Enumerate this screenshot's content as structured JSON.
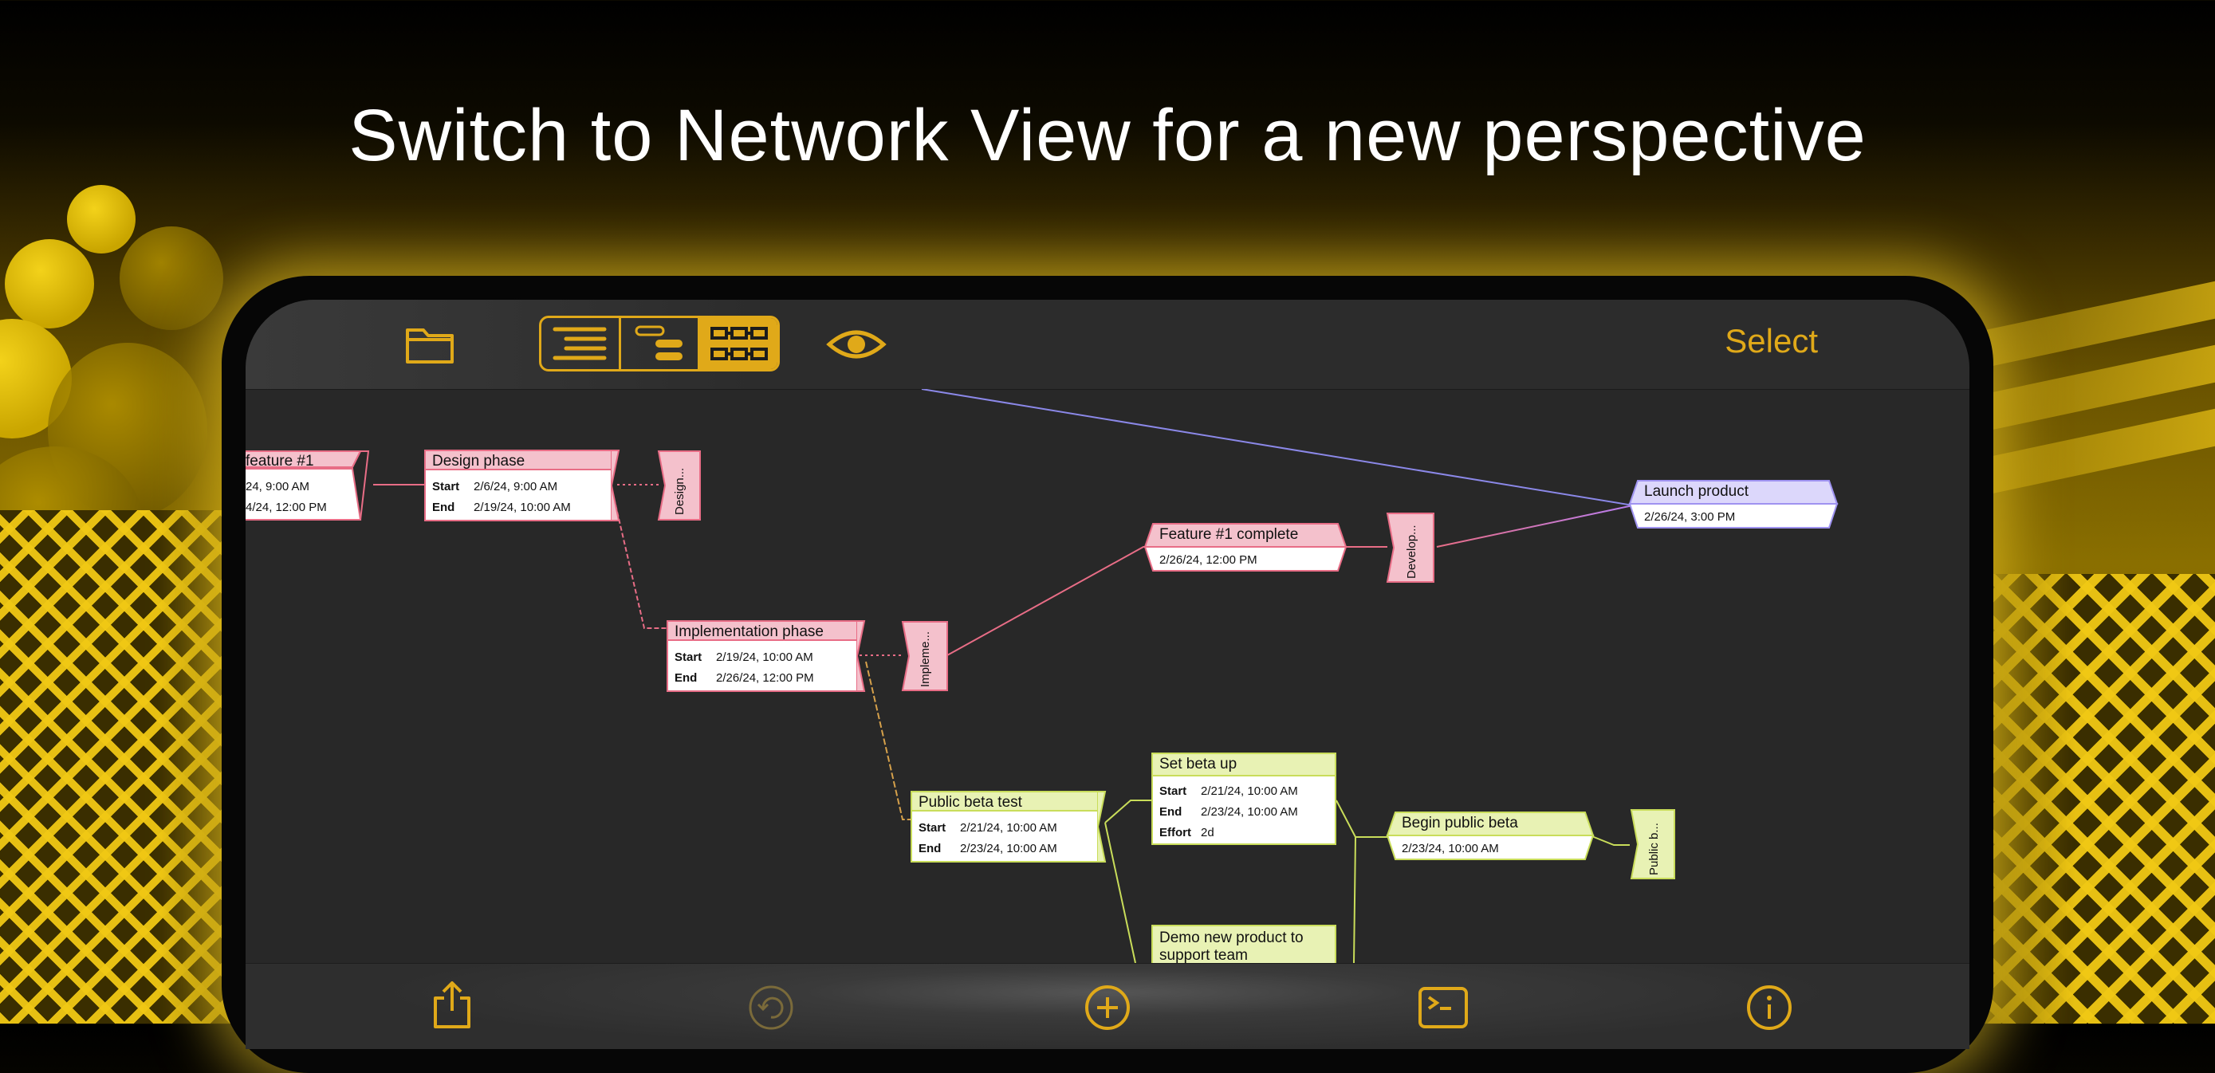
{
  "headline": "Switch to Network View for a new perspective",
  "colors": {
    "accent": "#e0a919",
    "pink_fill": "#f4c1cc",
    "pink_border": "#e86d86",
    "green_fill": "#e8f2b4",
    "green_border": "#c9dd5a",
    "lavender_fill": "#dcd7fb",
    "lavender_border": "#9f93f0"
  },
  "toolbar": {
    "folder_icon": "folder-icon",
    "view_modes": [
      "outline-view-icon",
      "gantt-view-icon",
      "network-view-icon"
    ],
    "active_view": "network",
    "eye_icon": "eye-icon",
    "select_label": "Select"
  },
  "bottombar": {
    "icons": [
      "share-icon",
      "undo-icon",
      "add-icon",
      "terminal-icon",
      "info-icon"
    ]
  },
  "labels": {
    "start": "Start",
    "end": "End",
    "effort": "Effort"
  },
  "nodes": {
    "feature1": {
      "title": "feature #1",
      "start": "24, 9:00 AM",
      "end": "4/24, 12:00 PM"
    },
    "design": {
      "title": "Design phase",
      "start": "2/6/24, 9:00 AM",
      "end": "2/19/24, 10:00 AM",
      "marker": "Design..."
    },
    "impl": {
      "title": "Implementation phase",
      "start": "2/19/24, 10:00 AM",
      "end": "2/26/24, 12:00 PM",
      "marker": "Impleme..."
    },
    "feature_complete": {
      "title": "Feature #1 complete",
      "date": "2/26/24, 12:00 PM",
      "marker": "Develop..."
    },
    "launch": {
      "title": "Launch product",
      "date": "2/26/24, 3:00 PM"
    },
    "public_beta_test": {
      "title": "Public beta test",
      "start": "2/21/24, 10:00 AM",
      "end": "2/23/24, 10:00 AM"
    },
    "set_beta_up": {
      "title": "Set beta up",
      "start": "2/21/24, 10:00 AM",
      "end": "2/23/24, 10:00 AM",
      "effort": "2d"
    },
    "begin_public_beta": {
      "title": "Begin public beta",
      "date": "2/23/24, 10:00 AM",
      "marker": "Public b..."
    },
    "demo": {
      "title_line1": "Demo new product to",
      "title_line2": "support team"
    }
  }
}
